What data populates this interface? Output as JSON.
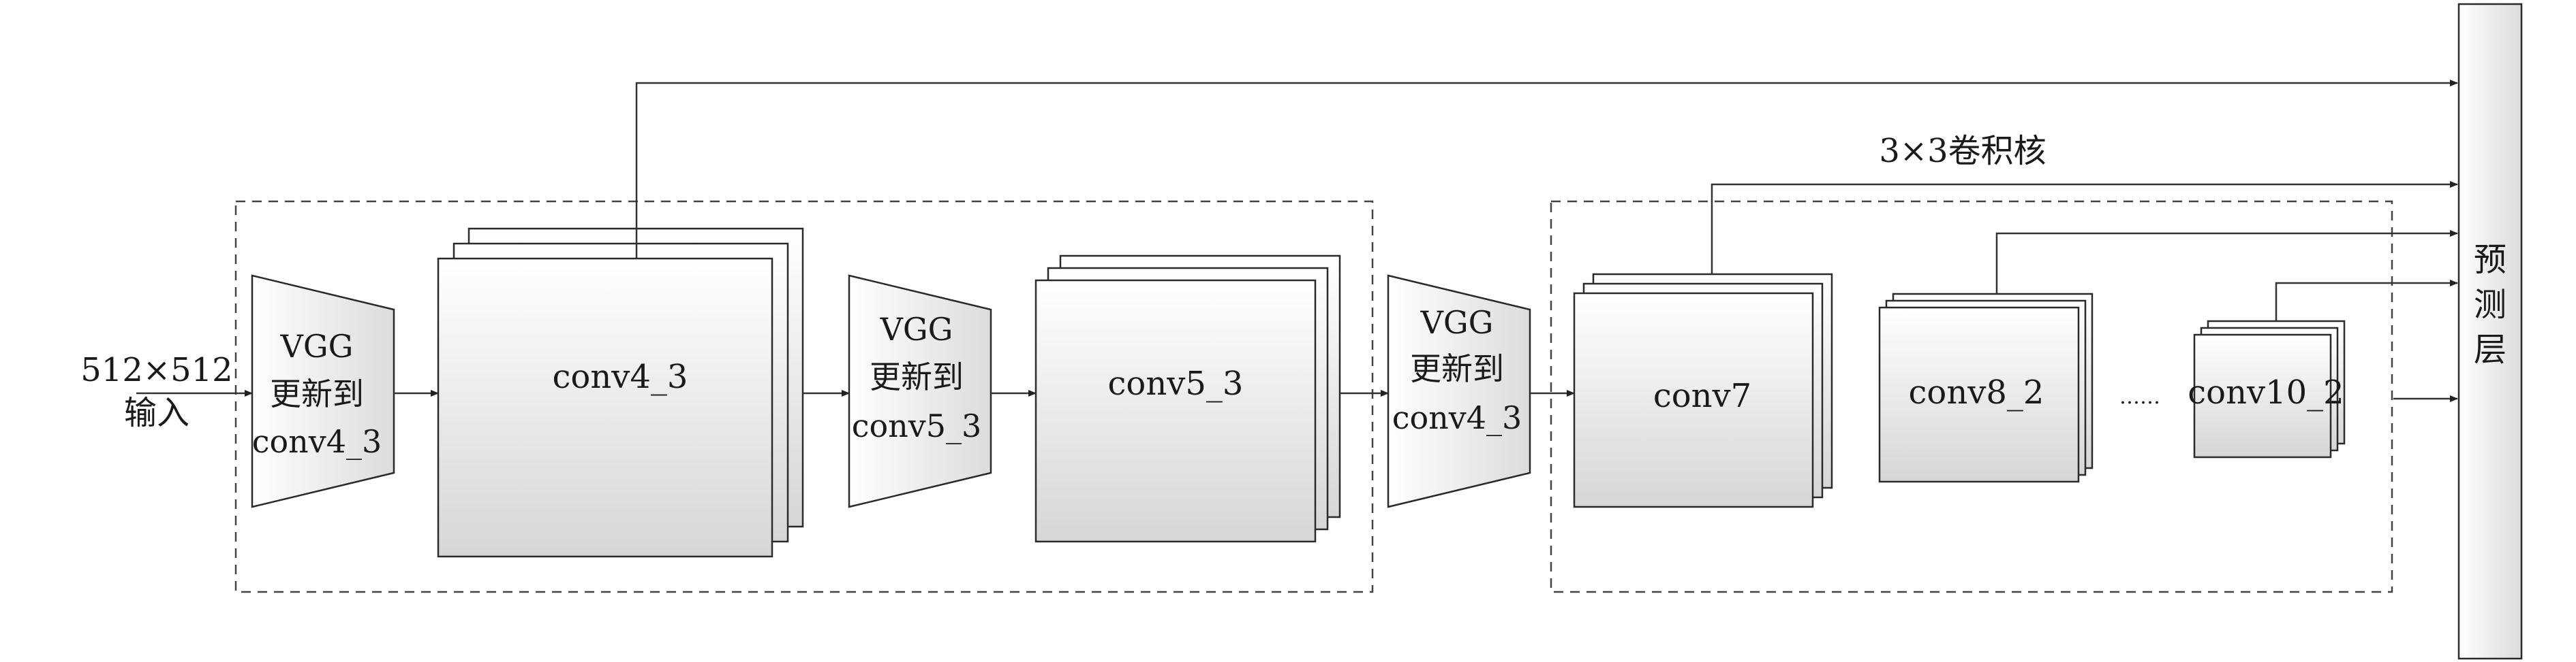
{
  "input": {
    "line1": "512×512",
    "line2": "输入"
  },
  "trapezoids": [
    {
      "line1": "VGG",
      "line2": "更新到",
      "line3": "conv4_3"
    },
    {
      "line1": "VGG",
      "line2": "更新到",
      "line3": "conv5_3"
    },
    {
      "line1": "VGG",
      "line2": "更新到",
      "line3": "conv4_3"
    }
  ],
  "blocks": {
    "conv4_3": "conv4_3",
    "conv5_3": "conv5_3",
    "conv7": "conv7",
    "conv8_2": "conv8_2",
    "conv10_2": "conv10_2"
  },
  "ellipsis": "……",
  "kernel_label": "3×3卷积核",
  "predict": {
    "c1": "预",
    "c2": "测",
    "c3": "层"
  },
  "colors": {
    "box_fill_top": "#ffffff",
    "box_fill_bottom": "#d9d9d9",
    "stroke": "#2a2a2a"
  }
}
